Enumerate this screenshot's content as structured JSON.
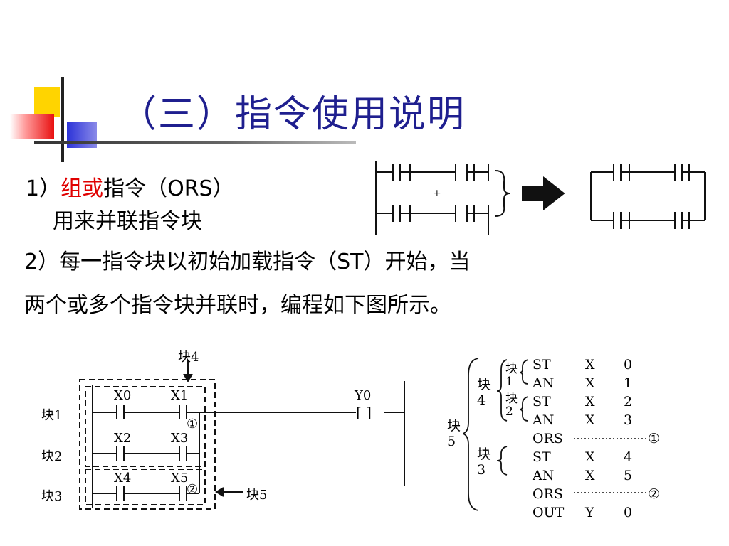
{
  "slide": {
    "title": "（三）指令使用说明",
    "item1": {
      "prefix": "1）",
      "highlight": "组或",
      "rest": "指令（ORS）",
      "line2": "用来并联指令块"
    },
    "item2": {
      "line1": "2）每一指令块以初始加载指令（ST）开始，当",
      "line2": "两个或多个指令块并联时，编程如下图所示。"
    },
    "colors": {
      "title": "#1f1f8f",
      "highlight": "#e00000"
    }
  },
  "top_diagram": {
    "plus": "+"
  },
  "ladder": {
    "block4_label": "块4",
    "block1_label": "块1",
    "block2_label": "块2",
    "block3_label": "块3",
    "block5_label": "块5",
    "contacts": [
      "X0",
      "X1",
      "X2",
      "X3",
      "X4",
      "X5"
    ],
    "output": "Y0",
    "coil": "[  ]",
    "marker1": "①",
    "marker2": "②"
  },
  "listing": {
    "block5_label": "块\n5",
    "block4_label": "块\n4",
    "block1_label": "块\n1",
    "block2_label": "块\n2",
    "block3_label": "块\n3",
    "rows": [
      {
        "op": "ST",
        "dev": "X",
        "num": "0"
      },
      {
        "op": "AN",
        "dev": "X",
        "num": "1"
      },
      {
        "op": "ST",
        "dev": "X",
        "num": "2"
      },
      {
        "op": "AN",
        "dev": "X",
        "num": "3"
      },
      {
        "op": "ORS",
        "dev": "",
        "num": "",
        "mark": "①"
      },
      {
        "op": "ST",
        "dev": "X",
        "num": "4"
      },
      {
        "op": "AN",
        "dev": "X",
        "num": "5"
      },
      {
        "op": "ORS",
        "dev": "",
        "num": "",
        "mark": "②"
      },
      {
        "op": "OUT",
        "dev": "Y",
        "num": "0"
      }
    ]
  }
}
